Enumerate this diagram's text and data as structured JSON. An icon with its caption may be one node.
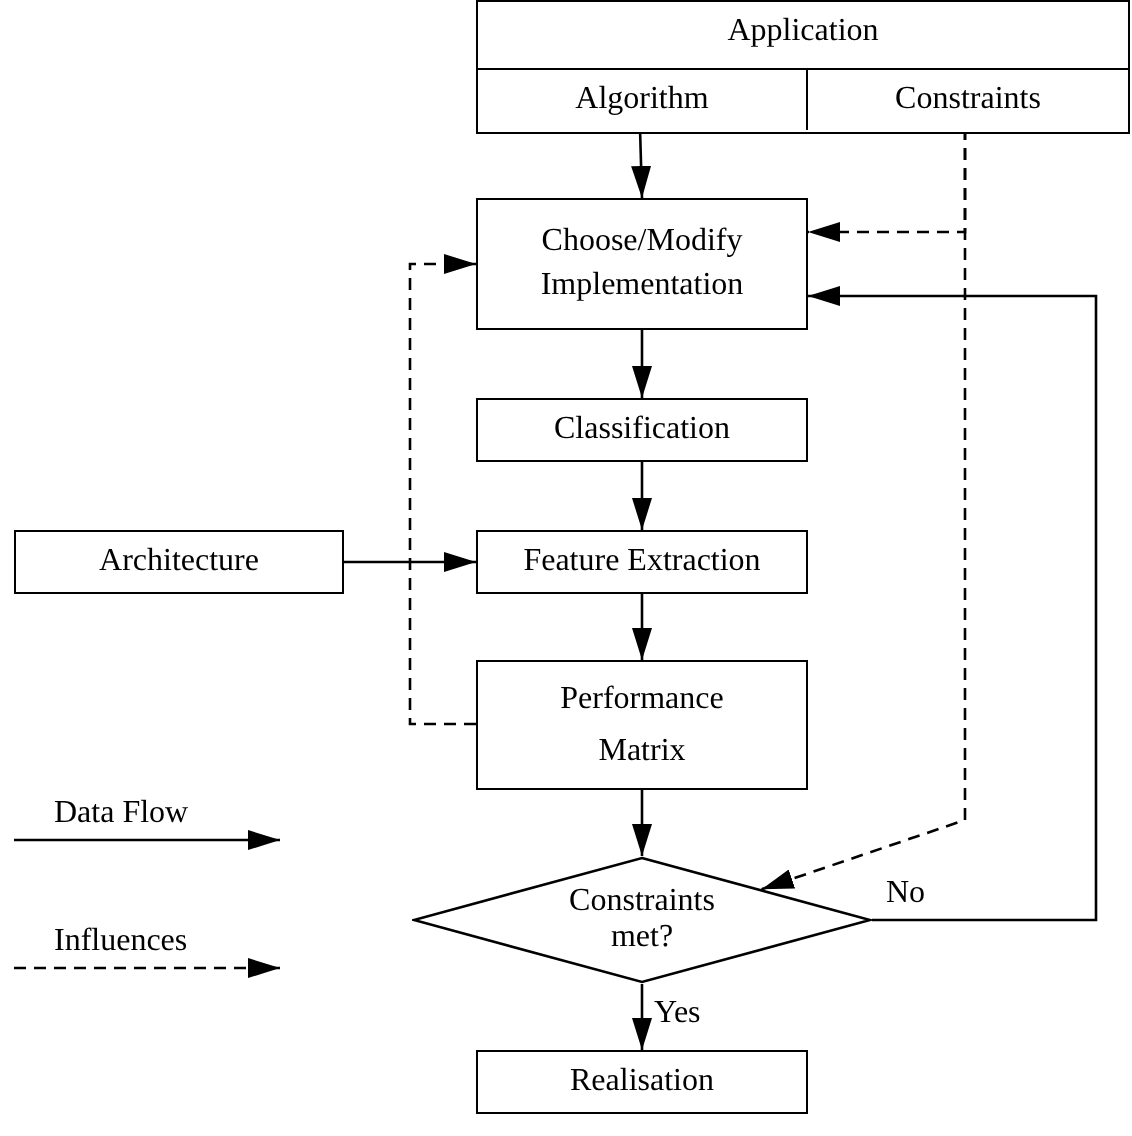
{
  "diagram": {
    "nodes": [
      {
        "text": [
          "Application"
        ]
      },
      {
        "text": [
          "Algorithm"
        ],
        "in": 0
      },
      {
        "text": [
          "Constraints"
        ],
        "in": 0
      },
      {
        "text": [
          "Choose/Modify Implementation"
        ]
      },
      {
        "text": [
          "Classification"
        ]
      },
      {
        "text": [
          "Feature Extraction"
        ]
      },
      {
        "text": [
          "Architecture"
        ]
      },
      {
        "text": [
          "Performance Matrix"
        ]
      },
      {
        "text": [
          "Constraints met?"
        ]
      },
      {
        "text": [
          "Realisation"
        ]
      }
    ],
    "edges": [
      {
        "from": 1,
        "to": 3,
        "arrow": "to"
      },
      {
        "from": 2,
        "to": 3,
        "arrow": "to",
        "style": "dashed"
      },
      {
        "from": 2,
        "to": 8,
        "arrow": "to",
        "style": "dashed"
      },
      {
        "from": 3,
        "to": 4,
        "arrow": "to"
      },
      {
        "from": 4,
        "to": 5,
        "arrow": "to"
      },
      {
        "from": 6,
        "to": 5,
        "arrow": "to"
      },
      {
        "from": 5,
        "to": 7,
        "arrow": "to"
      },
      {
        "from": 7,
        "to": 8,
        "arrow": "to"
      },
      {
        "from": 8,
        "to": 9,
        "arrow": "to",
        "label": "Yes"
      },
      {
        "from": 8,
        "to": 3,
        "arrow": "to",
        "label": "No"
      },
      {
        "from": 7,
        "to": 3,
        "arrow": "to",
        "style": "dashed"
      }
    ],
    "legend": [
      {
        "text": "Data Flow"
      },
      {
        "text": "Influences"
      }
    ]
  }
}
